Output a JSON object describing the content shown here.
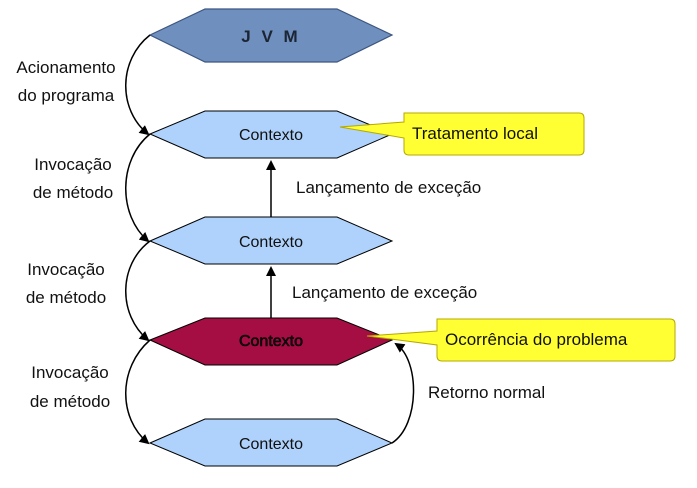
{
  "diagram": {
    "jvm": {
      "label": "J V M"
    },
    "contexts": [
      {
        "label": "Contexto"
      },
      {
        "label": "Contexto"
      },
      {
        "label": "Contexto"
      },
      {
        "label": "Contexto"
      }
    ],
    "left_labels": [
      {
        "line1": "Acionamento",
        "line2": "do programa"
      },
      {
        "line1": "Invocação",
        "line2": "de método"
      },
      {
        "line1": "Invocação",
        "line2": "de método"
      },
      {
        "line1": "Invocação",
        "line2": "de método"
      }
    ],
    "exception_labels": [
      "Lançamento de exceção",
      "Lançamento de exceção"
    ],
    "return_label": "Retorno normal",
    "callouts": {
      "local_handling": "Tratamento local",
      "problem": "Ocorrência do problema"
    },
    "colors": {
      "jvm_fill": "#6f8fbf",
      "context_fill": "#aed2fb",
      "problem_fill": "#a50e43",
      "callout_fill": "#ffff33"
    }
  }
}
